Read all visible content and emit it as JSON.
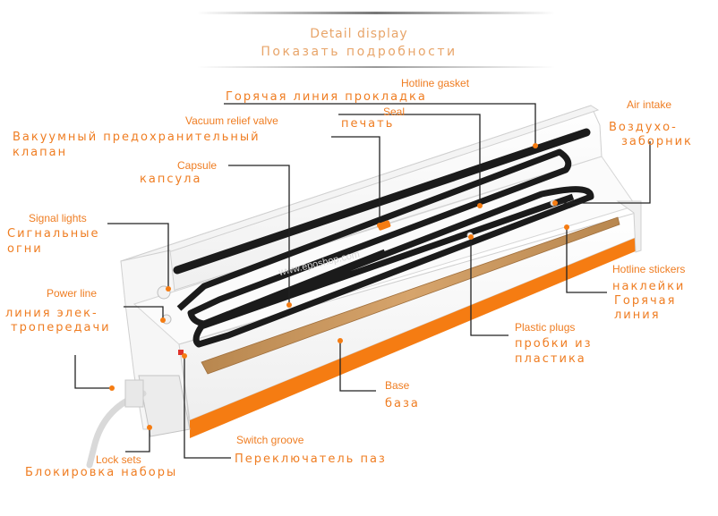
{
  "header": {
    "title": "Detail display",
    "subtitle": "Показать подробности"
  },
  "watermark": "www.eposhop.com",
  "labels": {
    "hotline_gasket": {
      "en": "Hotline gasket",
      "ru": "Горячая линия прокладка"
    },
    "seal": {
      "en": "Seal",
      "ru": "печать"
    },
    "vacuum_relief_valve": {
      "en": "Vacuum relief valve",
      "ru_1": "Вакуумный предохранительный",
      "ru_2": "клапан"
    },
    "air_intake": {
      "en": "Air intake",
      "ru_1": "Воздухо-",
      "ru_2": "заборник"
    },
    "capsule": {
      "en": "Capsule",
      "ru": "капсула"
    },
    "signal_lights": {
      "en": "Signal lights",
      "ru_1": "Сигнальные",
      "ru_2": "огни"
    },
    "power_line": {
      "en": "Power line",
      "ru_1": "линия элек-",
      "ru_2": "тропередачи"
    },
    "hotline_stickers": {
      "en": "Hotline stickers",
      "ru_1": "наклейки",
      "ru_2": "Горячая",
      "ru_3": "линия"
    },
    "plastic_plugs": {
      "en": "Plastic plugs",
      "ru_1": "пробки из",
      "ru_2": "пластика"
    },
    "base": {
      "en": "Base",
      "ru": "база"
    },
    "lock_sets": {
      "en": "Lock sets",
      "ru": "Блокировка наборы"
    },
    "switch_groove": {
      "en": "Switch groove",
      "ru": "Переключатель паз"
    }
  },
  "colors": {
    "label": "#ef7d22",
    "header": "#e8a56a",
    "device_body": "#ffffff",
    "device_base_stripe": "#f57c12",
    "gasket": "#1b1b1b",
    "heating_strip": "#c9935a",
    "leader_line": "#222222"
  }
}
